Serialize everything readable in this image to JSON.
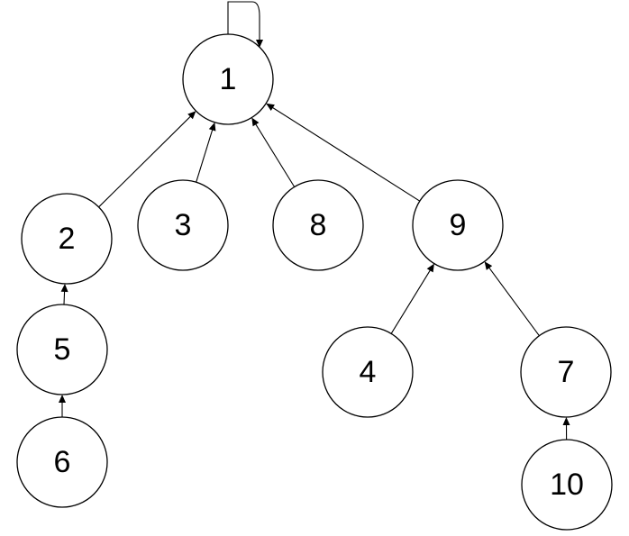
{
  "diagram": {
    "nodes": [
      {
        "id": "1",
        "label": "1"
      },
      {
        "id": "2",
        "label": "2"
      },
      {
        "id": "3",
        "label": "3"
      },
      {
        "id": "8",
        "label": "8"
      },
      {
        "id": "9",
        "label": "9"
      },
      {
        "id": "5",
        "label": "5"
      },
      {
        "id": "4",
        "label": "4"
      },
      {
        "id": "7",
        "label": "7"
      },
      {
        "id": "6",
        "label": "6"
      },
      {
        "id": "10",
        "label": "10"
      }
    ],
    "edges": [
      {
        "from": "1",
        "to": "1"
      },
      {
        "from": "2",
        "to": "1"
      },
      {
        "from": "3",
        "to": "1"
      },
      {
        "from": "8",
        "to": "1"
      },
      {
        "from": "9",
        "to": "1"
      },
      {
        "from": "5",
        "to": "2"
      },
      {
        "from": "6",
        "to": "5"
      },
      {
        "from": "4",
        "to": "9"
      },
      {
        "from": "7",
        "to": "9"
      },
      {
        "from": "10",
        "to": "7"
      }
    ]
  }
}
